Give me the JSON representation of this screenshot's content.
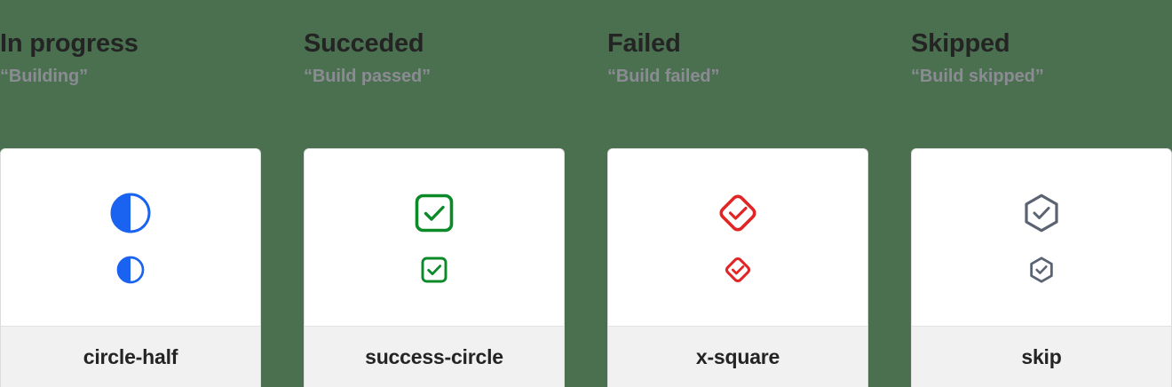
{
  "page": {
    "background_color": "#4a7050",
    "card_background": "#ffffff",
    "card_footer_background": "#f1f1f1",
    "title_color": "#242424",
    "subtitle_color": "#8b8b93"
  },
  "columns": [
    {
      "title": "In progress",
      "subtitle": "“Building”",
      "icon_name": "circle-half",
      "icon_label": "circle-half",
      "icon_color": "#1a62f0",
      "icon_style": "circle-half-filled"
    },
    {
      "title": "Succeded",
      "subtitle": "“Build passed”",
      "icon_name": "success-circle",
      "icon_label": "success-circle",
      "icon_color": "#0c8a29",
      "icon_style": "rounded-square-check"
    },
    {
      "title": "Failed",
      "subtitle": "“Build failed”",
      "icon_name": "x-square",
      "icon_label": "x-square",
      "icon_color": "#e32424",
      "icon_style": "diamond-check"
    },
    {
      "title": "Skipped",
      "subtitle": "“Build skipped”",
      "icon_name": "skip",
      "icon_label": "skip",
      "icon_color": "#5b6272",
      "icon_style": "hexagon-check"
    }
  ]
}
